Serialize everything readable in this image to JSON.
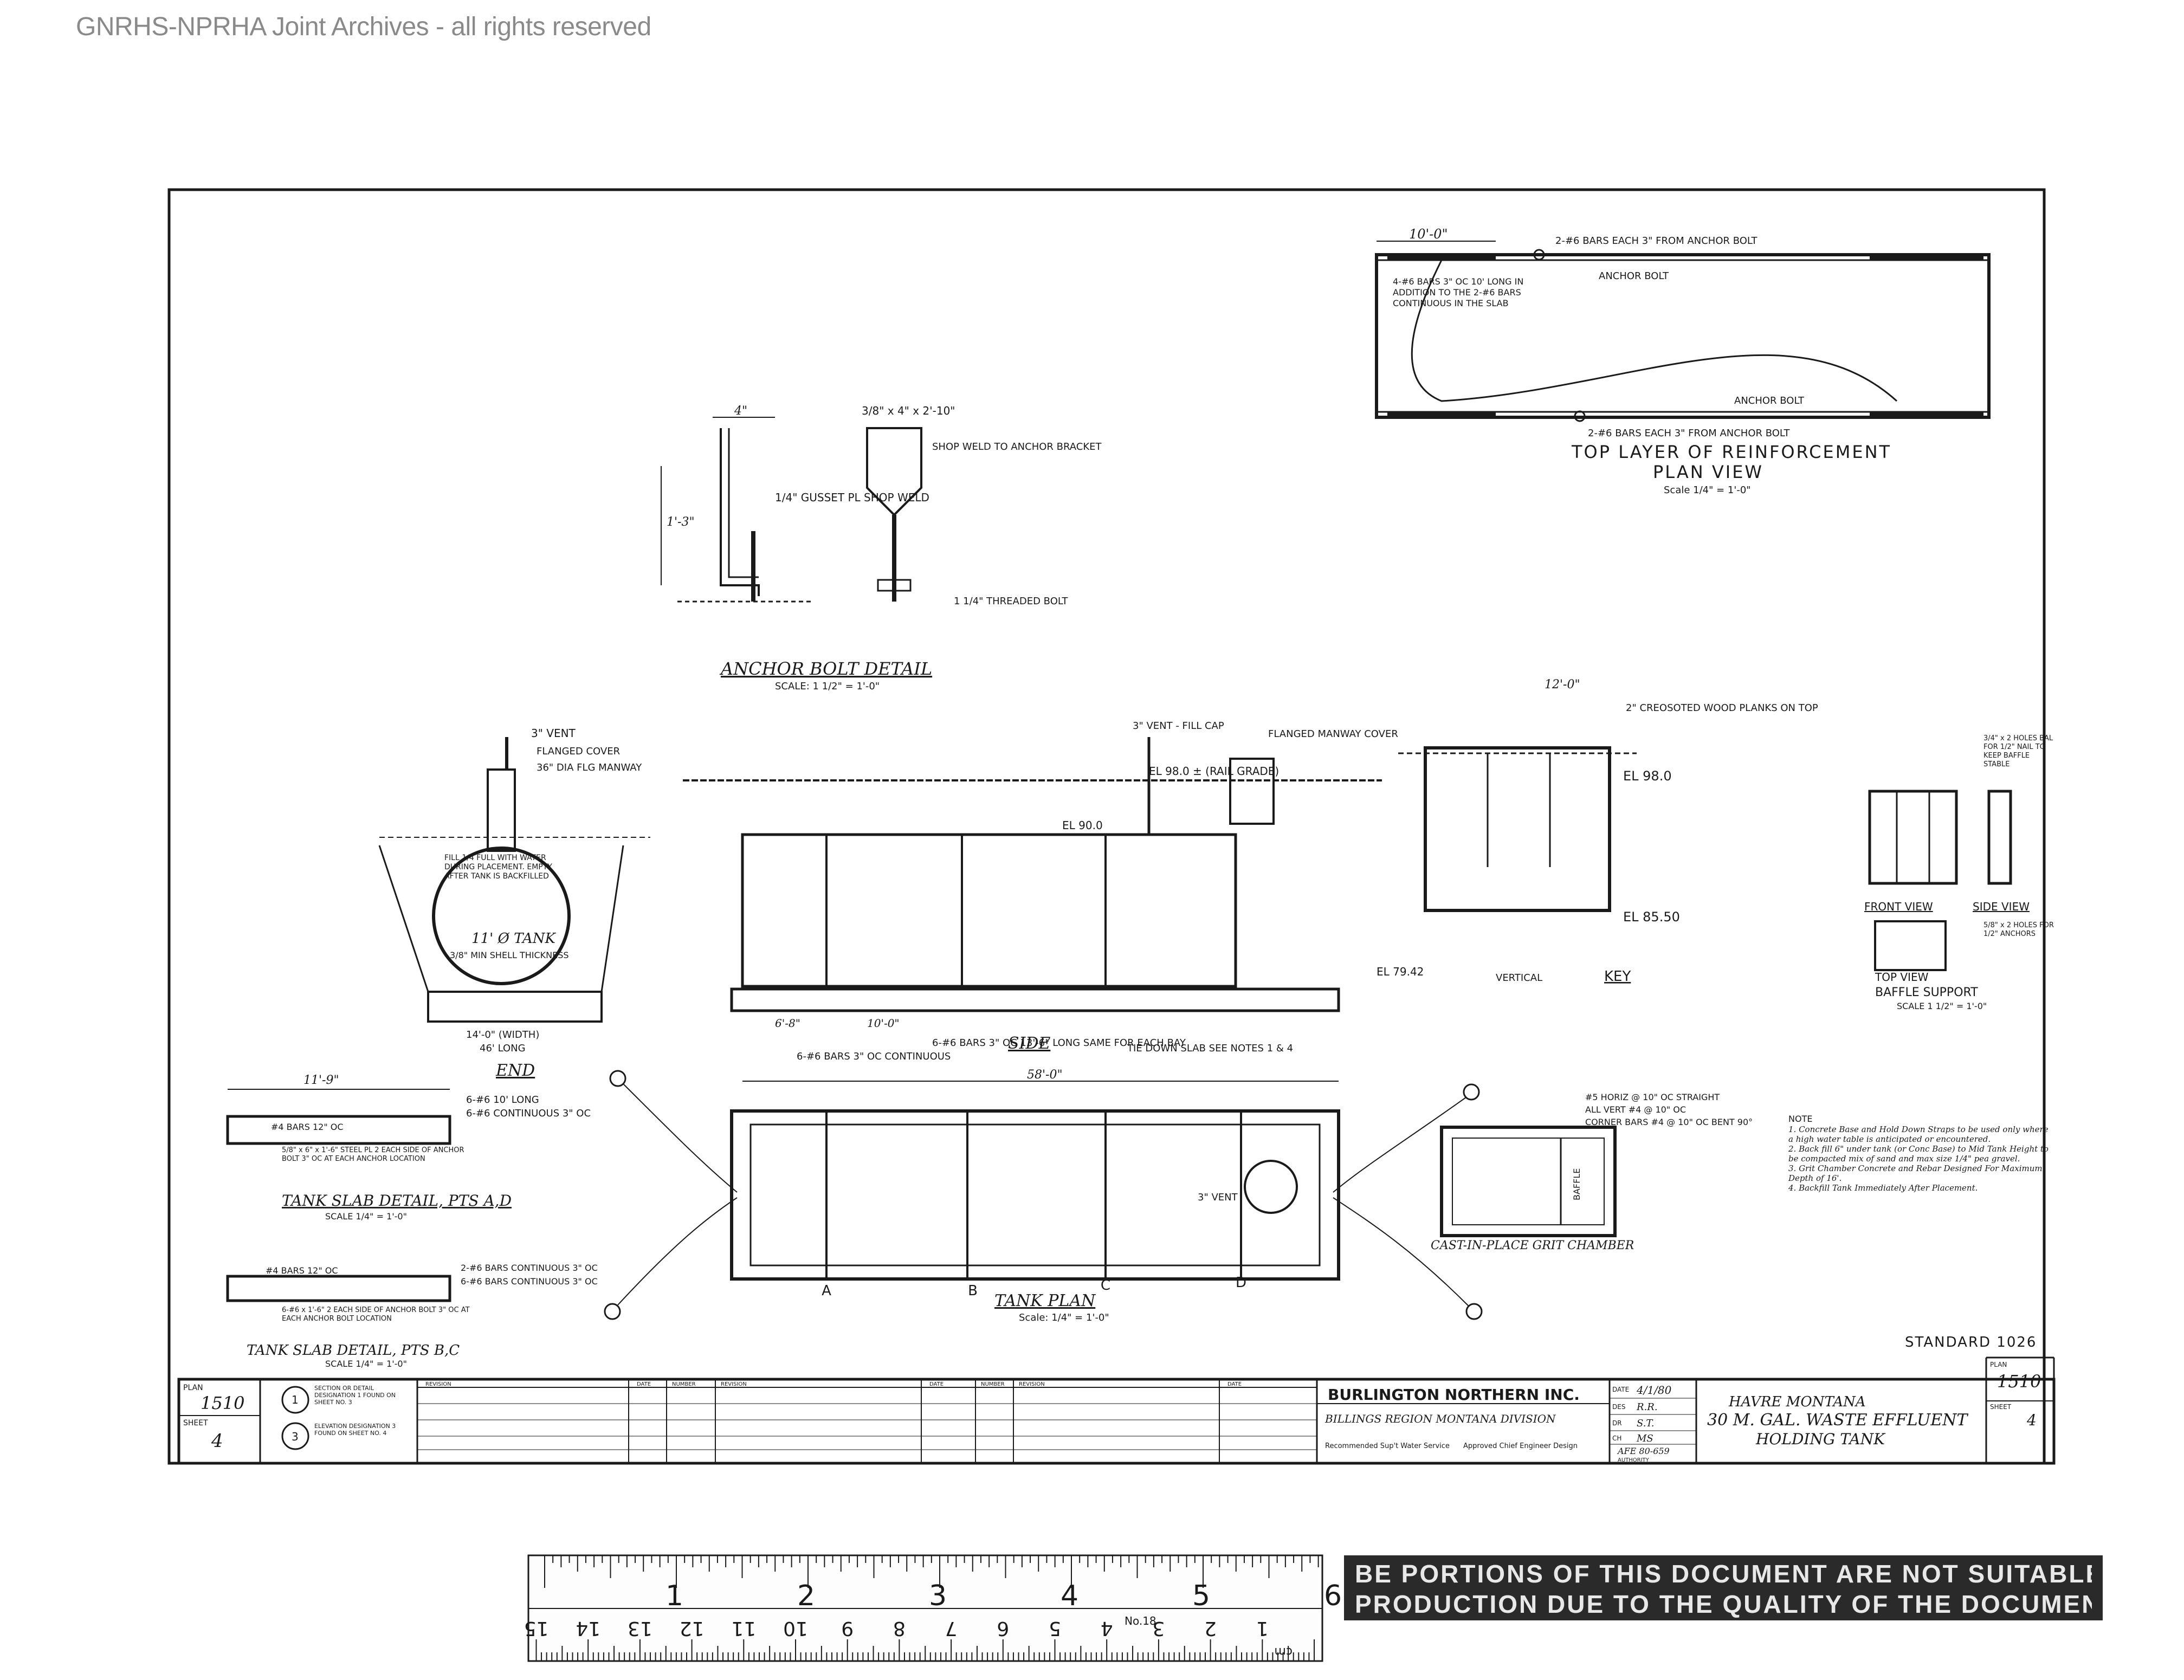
{
  "watermark": "GNRHS-NPRHA Joint Archives - all rights reserved",
  "views": {
    "top_layer": {
      "title": "TOP LAYER OF REINFORCEMENT",
      "subtitle": "PLAN VIEW",
      "scale": "Scale 1/4\" = 1'-0\"",
      "dim": "10'-0\"",
      "note_bars_top": "2-#6 BARS EACH 3\" FROM ANCHOR BOLT",
      "note_anchor": "ANCHOR BOLT",
      "note_bars_left": "4-#6 BARS 3\" OC 10' LONG IN ADDITION TO THE 2-#6 BARS CONTINUOUS IN THE SLAB",
      "note_anchor2": "ANCHOR BOLT",
      "note_bars_bottom": "2-#6 BARS EACH 3\" FROM ANCHOR BOLT"
    },
    "anchor_bolt": {
      "title": "ANCHOR BOLT DETAIL",
      "scale": "SCALE: 1 1/2\" = 1'-0\"",
      "note_gusset": "1/4\" GUSSET PL SHOP WELD",
      "note_weld": "SHOP WELD TO ANCHOR BRACKET",
      "note_plate": "3/8\" x 4\" x 2'-10\"",
      "note_bolt": "1 1/4\" THREADED BOLT",
      "dim_top": "4\"",
      "dim_side": "1'-3\""
    },
    "end": {
      "title": "END",
      "tank_label": "11' Ø TANK",
      "shell_note": "3/8\" MIN SHELL THICKNESS",
      "fill_note": "FILL 1/4 FULL WITH WATER DURING PLACEMENT. EMPTY AFTER TANK IS BACKFILLED",
      "vent": "3\" VENT",
      "cover": "FLANGED COVER",
      "manway": "36\" DIA FLG MANWAY",
      "dim_width": "14'-0\" (WIDTH)",
      "dim_long": "46' LONG"
    },
    "side": {
      "title": "SIDE",
      "el_top": "EL 98.0 ± (RAIL GRADE)",
      "el_tank": "EL 90.0",
      "el_bottom": "EL 79.42",
      "vent_fill": "3\" VENT - FILL CAP",
      "flanged_cover": "FLANGED MANWAY COVER",
      "bars_note": "6-#6 BARS 3\" OC CONTINUOUS",
      "bars_note2": "6-#6 BARS 3\" OC 13'-6\" LONG SAME FOR EACH BAY",
      "tiedown": "TIE DOWN SLAB SEE NOTES 1 & 4",
      "dim_total": "58'-0\"",
      "dim_bay": "10'-0\"",
      "dim_end": "6'-8\""
    },
    "tank_plan": {
      "title": "TANK PLAN",
      "scale": "Scale: 1/4\" = 1'-0\"",
      "labels": [
        "A",
        "B",
        "C",
        "D"
      ],
      "outlet": "3\" VENT"
    },
    "grit_chamber": {
      "title": "CAST-IN-PLACE GRIT CHAMBER",
      "dim_top": "12'-0\"",
      "el_top": "EL 98.0",
      "el_bottom": "EL 85.50",
      "planks": "2\" CREOSOTED WOOD PLANKS ON TOP",
      "baffle": "BAFFLE",
      "bars_horiz": "#5 HORIZ @ 10\" OC STRAIGHT",
      "bars_vert": "ALL VERT #4 @ 10\" OC",
      "corner_bars": "CORNER BARS #4 @ 10\" OC BENT 90°",
      "key": "KEY",
      "vertical": "VERTICAL"
    },
    "baffle_support": {
      "title": "BAFFLE SUPPORT",
      "scale": "SCALE 1 1/2\" = 1'-0\"",
      "front": "FRONT VIEW",
      "side": "SIDE VIEW",
      "top": "TOP VIEW",
      "holes": "3/4\" x 2 HOLES BAL FOR 1/2\" NAIL TO KEEP BAFFLE STABLE",
      "anchor_holes": "5/8\" x 2 HOLES FOR 1/2\" ANCHORS"
    },
    "slab_ad": {
      "title": "TANK SLAB DETAIL, PTS A,D",
      "scale": "SCALE 1/4\" = 1'-0\"",
      "dim": "11'-9\"",
      "bars": "#4 BARS 12\" OC",
      "note1": "6-#6 CONTINUOUS 3\" OC",
      "note2": "6-#6 10' LONG",
      "note3": "5/8\" x 6\" x 1'-6\" STEEL PL 2 EACH SIDE OF ANCHOR BOLT 3\" OC AT EACH ANCHOR LOCATION"
    },
    "slab_bc": {
      "title": "TANK SLAB DETAIL, PTS B,C",
      "scale": "SCALE 1/4\" = 1'-0\"",
      "bars": "#4 BARS 12\" OC",
      "note1": "2-#6 BARS CONTINUOUS 3\" OC",
      "note2": "6-#6 BARS CONTINUOUS 3\" OC",
      "note3": "6-#6 x 1'-6\" 2 EACH SIDE OF ANCHOR BOLT 3\" OC AT EACH ANCHOR BOLT LOCATION"
    },
    "notes": {
      "heading": "NOTE",
      "items": [
        "1. Concrete Base and Hold Down Straps to be used only where a high water table is anticipated or encountered.",
        "2. Back fill 6\" under tank (or Conc Base) to Mid Tank Height to be compacted mix of sand and max size 1/4\" pea gravel.",
        "3. Grit Chamber Concrete and Rebar Designed For Maximum Depth of 16'.",
        "4. Backfill Tank Immediately After Placement."
      ]
    }
  },
  "standard": "STANDARD 1026",
  "title_block": {
    "plan_label": "PLAN",
    "plan_no": "1510",
    "sheet_label": "SHEET",
    "sheet_no": "4",
    "legend1": "SECTION OR DETAIL DESIGNATION 1 FOUND ON SHEET NO. 3",
    "legend2": "ELEVATION DESIGNATION 3 FOUND ON SHEET NO. 4",
    "rev_cols": [
      "REVISION",
      "DATE",
      "NUMBER",
      "REVISION",
      "DATE",
      "NUMBER",
      "REVISION",
      "DATE"
    ],
    "company": "BURLINGTON NORTHERN INC.",
    "region": "BILLINGS REGION MONTANA DIVISION",
    "date_label": "DATE",
    "date": "4/1/80",
    "des_label": "DES",
    "des": "R.R.",
    "dr_label": "DR",
    "dr": "S.T.",
    "ch_label": "CH",
    "ch": "MS",
    "afe": "AFE 80-659",
    "authority": "AUTHORITY",
    "recommended": "Recommended Sup't Water Service",
    "approved": "Approved Chief Engineer Design",
    "project_line1": "HAVRE MONTANA",
    "project_line2": "30 M. GAL. WASTE EFFLUENT",
    "project_line3": "HOLDING TANK",
    "plan_box_label": "PLAN",
    "plan_box_no": "1510",
    "sheet_box_label": "SHEET",
    "sheet_box_no": "4"
  },
  "ruler": {
    "top_numbers": [
      "1",
      "2",
      "3",
      "4",
      "5",
      "6"
    ],
    "bottom_numbers": [
      "15",
      "14",
      "13",
      "12",
      "11",
      "10",
      "9",
      "8",
      "7",
      "6",
      "5",
      "4",
      "3",
      "2",
      "1"
    ],
    "unit": "cm",
    "model": "No.18"
  },
  "warning": {
    "line1": "BE PORTIONS OF THIS DOCUMENT ARE NOT SUITABLE FOR RE-",
    "line2": "PRODUCTION DUE TO THE QUALITY OF THE DOCUMENT."
  }
}
